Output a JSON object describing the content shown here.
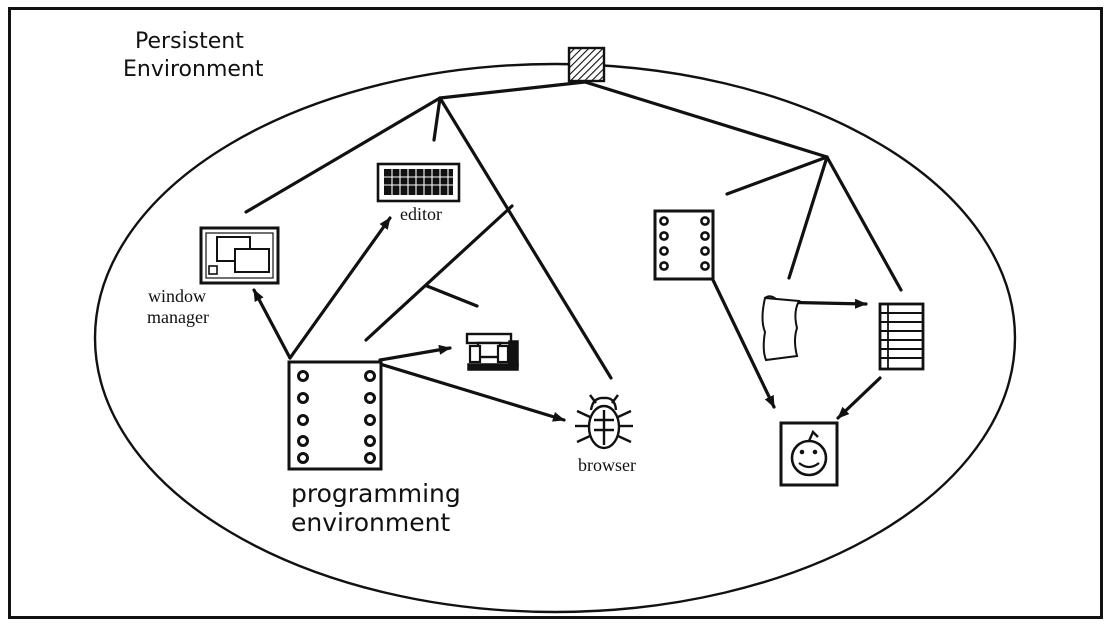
{
  "region": {
    "title_line1": "Persistent",
    "title_line2": "Environment"
  },
  "nodes": {
    "window_manager": {
      "line1": "window",
      "line2": "manager",
      "icon": "window-manager-icon"
    },
    "editor": {
      "label": "editor",
      "icon": "keyboard-icon"
    },
    "browser": {
      "label": "browser",
      "icon": "bug-icon"
    },
    "programming_environment": {
      "line1": "programming",
      "line2": "environment",
      "icon": "program-card-icon"
    },
    "root": {
      "icon": "hatched-root-icon"
    },
    "tool": {
      "icon": "vise-icon"
    },
    "right_card": {
      "icon": "program-card-icon"
    },
    "scroll": {
      "icon": "scroll-icon"
    },
    "list": {
      "icon": "ruled-list-icon"
    },
    "face": {
      "icon": "smiley-face-icon"
    }
  },
  "colors": {
    "ink": "#111111",
    "background": "#ffffff"
  }
}
